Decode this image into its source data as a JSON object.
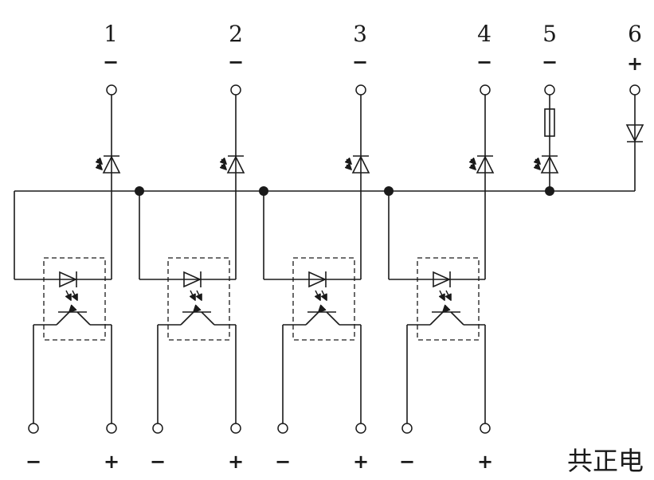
{
  "top_terminals": [
    {
      "number": "1",
      "sign": "−"
    },
    {
      "number": "2",
      "sign": "−"
    },
    {
      "number": "3",
      "sign": "−"
    },
    {
      "number": "4",
      "sign": "−"
    },
    {
      "number": "5",
      "sign": "−"
    },
    {
      "number": "6",
      "sign": "+"
    }
  ],
  "bottom_terminals": [
    {
      "minus": "−",
      "plus": "+"
    },
    {
      "minus": "−",
      "plus": "+"
    },
    {
      "minus": "−",
      "plus": "+"
    },
    {
      "minus": "−",
      "plus": "+"
    }
  ],
  "caption": "共正电"
}
